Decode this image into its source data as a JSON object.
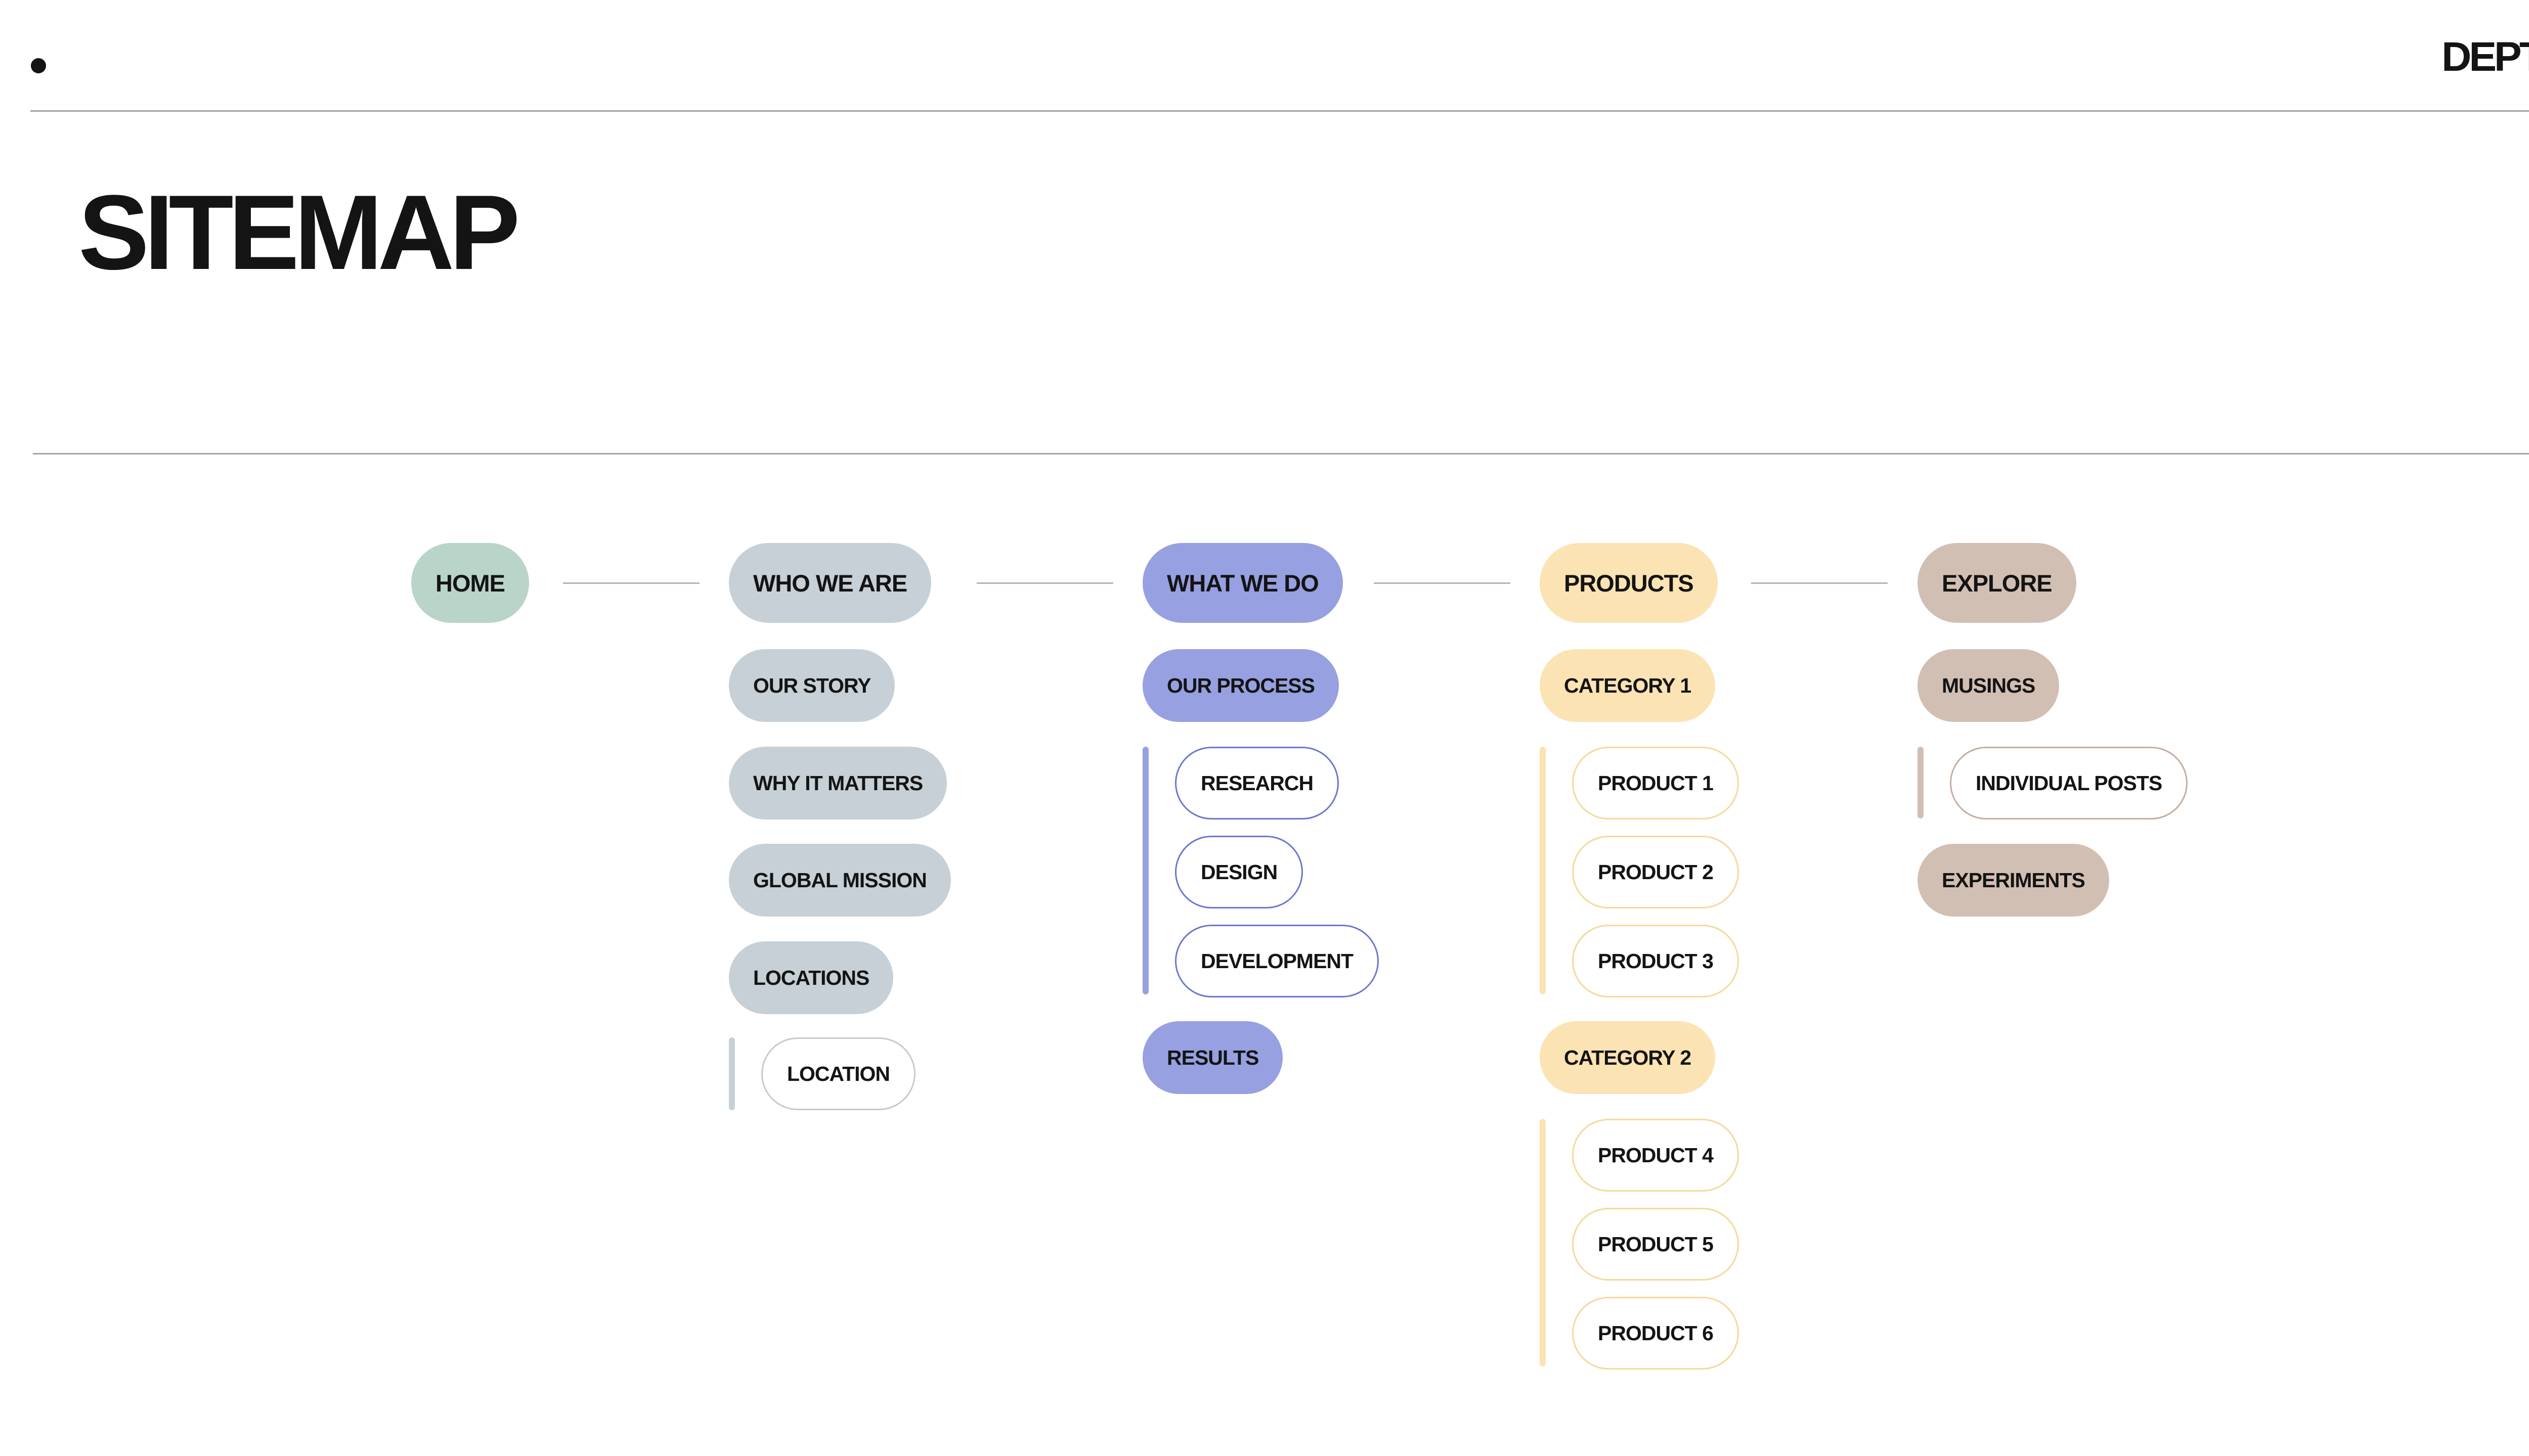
{
  "header": {
    "logo": "DEPT",
    "logo_mark": "®",
    "title": "SITEMAP"
  },
  "colors": {
    "home": "#b9d4c8",
    "who_we_are": "#c6d0d6",
    "what_we_do": "#97a0e0",
    "products": "#fbe3b3",
    "explore": "#d2bfb4",
    "products_outline": "#f5d99a",
    "what_we_do_outline": "#6a78d0",
    "who_we_are_outline": "#c3cbd1",
    "explore_outline": "#c6ada1"
  },
  "sitemap": {
    "home": {
      "label": "HOME"
    },
    "who_we_are": {
      "label": "WHO WE ARE",
      "our_story": "OUR STORY",
      "why_it_matters": "WHY IT MATTERS",
      "global_mission": "GLOBAL MISSION",
      "locations": "LOCATIONS",
      "location": "LOCATION"
    },
    "what_we_do": {
      "label": "WHAT WE DO",
      "our_process": "OUR PROCESS",
      "research": "RESEARCH",
      "design": "DESIGN",
      "development": "DEVELOPMENT",
      "results": "RESULTS"
    },
    "products": {
      "label": "PRODUCTS",
      "category_1": "CATEGORY 1",
      "product_1": "PRODUCT 1",
      "product_2": "PRODUCT 2",
      "product_3": "PRODUCT 3",
      "category_2": "CATEGORY 2",
      "product_4": "PRODUCT 4",
      "product_5": "PRODUCT 5",
      "product_6": "PRODUCT 6"
    },
    "explore": {
      "label": "EXPLORE",
      "musings": "MUSINGS",
      "individual_posts": "INDIVIDUAL POSTS",
      "experiments": "EXPERIMENTS"
    }
  }
}
